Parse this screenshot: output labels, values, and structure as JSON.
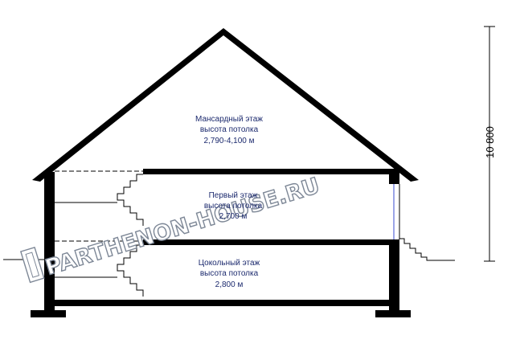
{
  "floors": {
    "attic": {
      "name": "Мансардный этаж",
      "height_label": "высота потолка",
      "height_value": "2,790-4,100 м"
    },
    "first": {
      "name": "Первый этаж",
      "height_label": "высота потолка",
      "height_value": "2,700 м"
    },
    "basement": {
      "name": "Цокольный этаж",
      "height_label": "высота потолка",
      "height_value": "2,800 м"
    }
  },
  "total_height": "10 800",
  "watermark": "PARTHENON-HOUSE.RU",
  "colors": {
    "structure": "#000000",
    "label_text": "#1c2a6e",
    "window_line": "#3a4bd0",
    "watermark_outline": "#7d8796"
  }
}
